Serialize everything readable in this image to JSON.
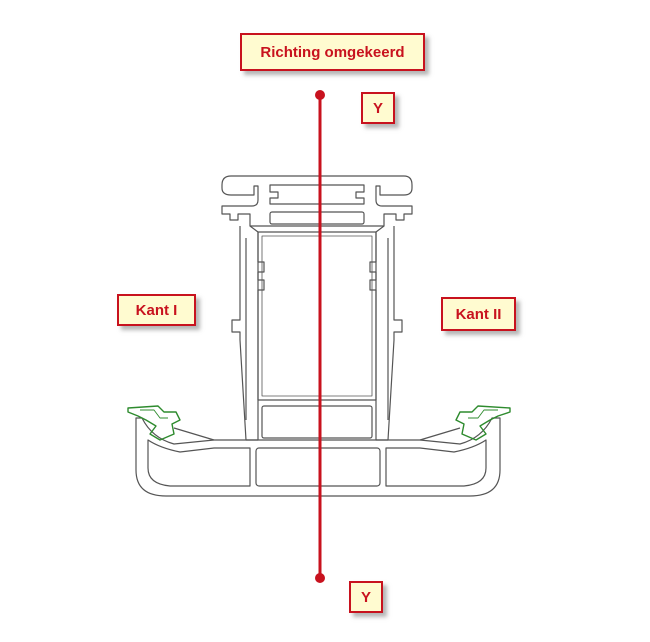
{
  "labels": {
    "title": "Richting omgekeerd",
    "y_top": "Y",
    "y_bottom": "Y",
    "side_left": "Kant I",
    "side_right": "Kant II"
  },
  "colors": {
    "accent": "#c8121e",
    "label_fill": "#fffbd0",
    "profile_line": "#555555",
    "gasket": "#2e8b2e"
  }
}
